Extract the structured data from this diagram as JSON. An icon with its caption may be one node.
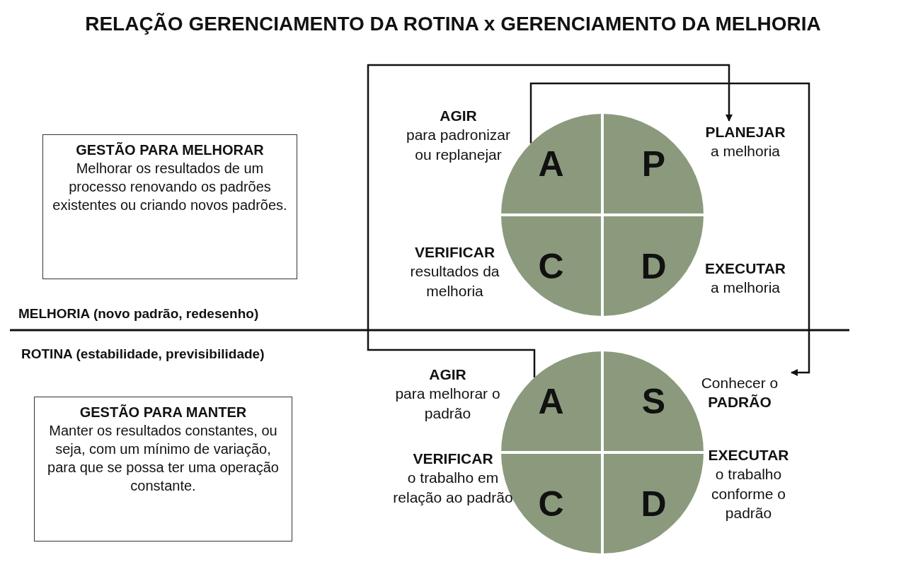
{
  "diagram": {
    "title": "RELAÇÃO GERENCIAMENTO DA ROTINA x GERENCIAMENTO DA MELHORIA",
    "nodes": [
      {
        "text": [
          "GESTÃO  PARA MELHORAR",
          "Melhorar os resultados de um processo renovando os padrões existentes ou criando novos padrões."
        ]
      },
      {
        "text": [
          "GESTÃO  PARA MANTER",
          "Manter os resultados constantes, ou seja, com um mínimo de variação, para que se possa ter uma operação constante."
        ]
      },
      {
        "text": [],
        "shape": "circle"
      },
      {
        "text": [
          "A"
        ],
        "in": 2,
        "beside": [
          "AGIR",
          "para padronizar ou replanejar"
        ]
      },
      {
        "text": [
          "P"
        ],
        "in": 2
      },
      {
        "text": [
          "C"
        ],
        "in": 2,
        "beside": [
          "VERIFICAR",
          "resultados da melhoria"
        ]
      },
      {
        "text": [
          "D"
        ],
        "in": 2,
        "beside": [
          "EXECUTAR",
          "a melhoria"
        ]
      },
      {
        "text": [],
        "shape": "circle"
      },
      {
        "text": [
          "A"
        ],
        "in": 7,
        "beside": [
          "AGIR",
          "para melhorar o padrão"
        ]
      },
      {
        "text": [
          "S"
        ],
        "in": 7
      },
      {
        "text": [
          "C"
        ],
        "in": 7,
        "beside": [
          "VERIFICAR",
          "o trabalho em relação ao padrão"
        ]
      },
      {
        "text": [
          "D"
        ],
        "in": 7,
        "beside": [
          "EXECUTAR",
          "o trabalho conforme o padrão"
        ]
      },
      {
        "text": [
          "PLANEJAR",
          "a melhoria"
        ]
      },
      {
        "text": [
          "Conhecer o **PADRÃO**"
        ]
      }
    ],
    "edges": [
      {
        "from": 8,
        "to": 12,
        "arrow": "to"
      },
      {
        "from": 3,
        "to": 13,
        "arrow": "to"
      }
    ],
    "labels": [
      "MELHORIA (novo padrão, redesenho)",
      "ROTINA (estabilidade, previsibilidade)"
    ]
  }
}
